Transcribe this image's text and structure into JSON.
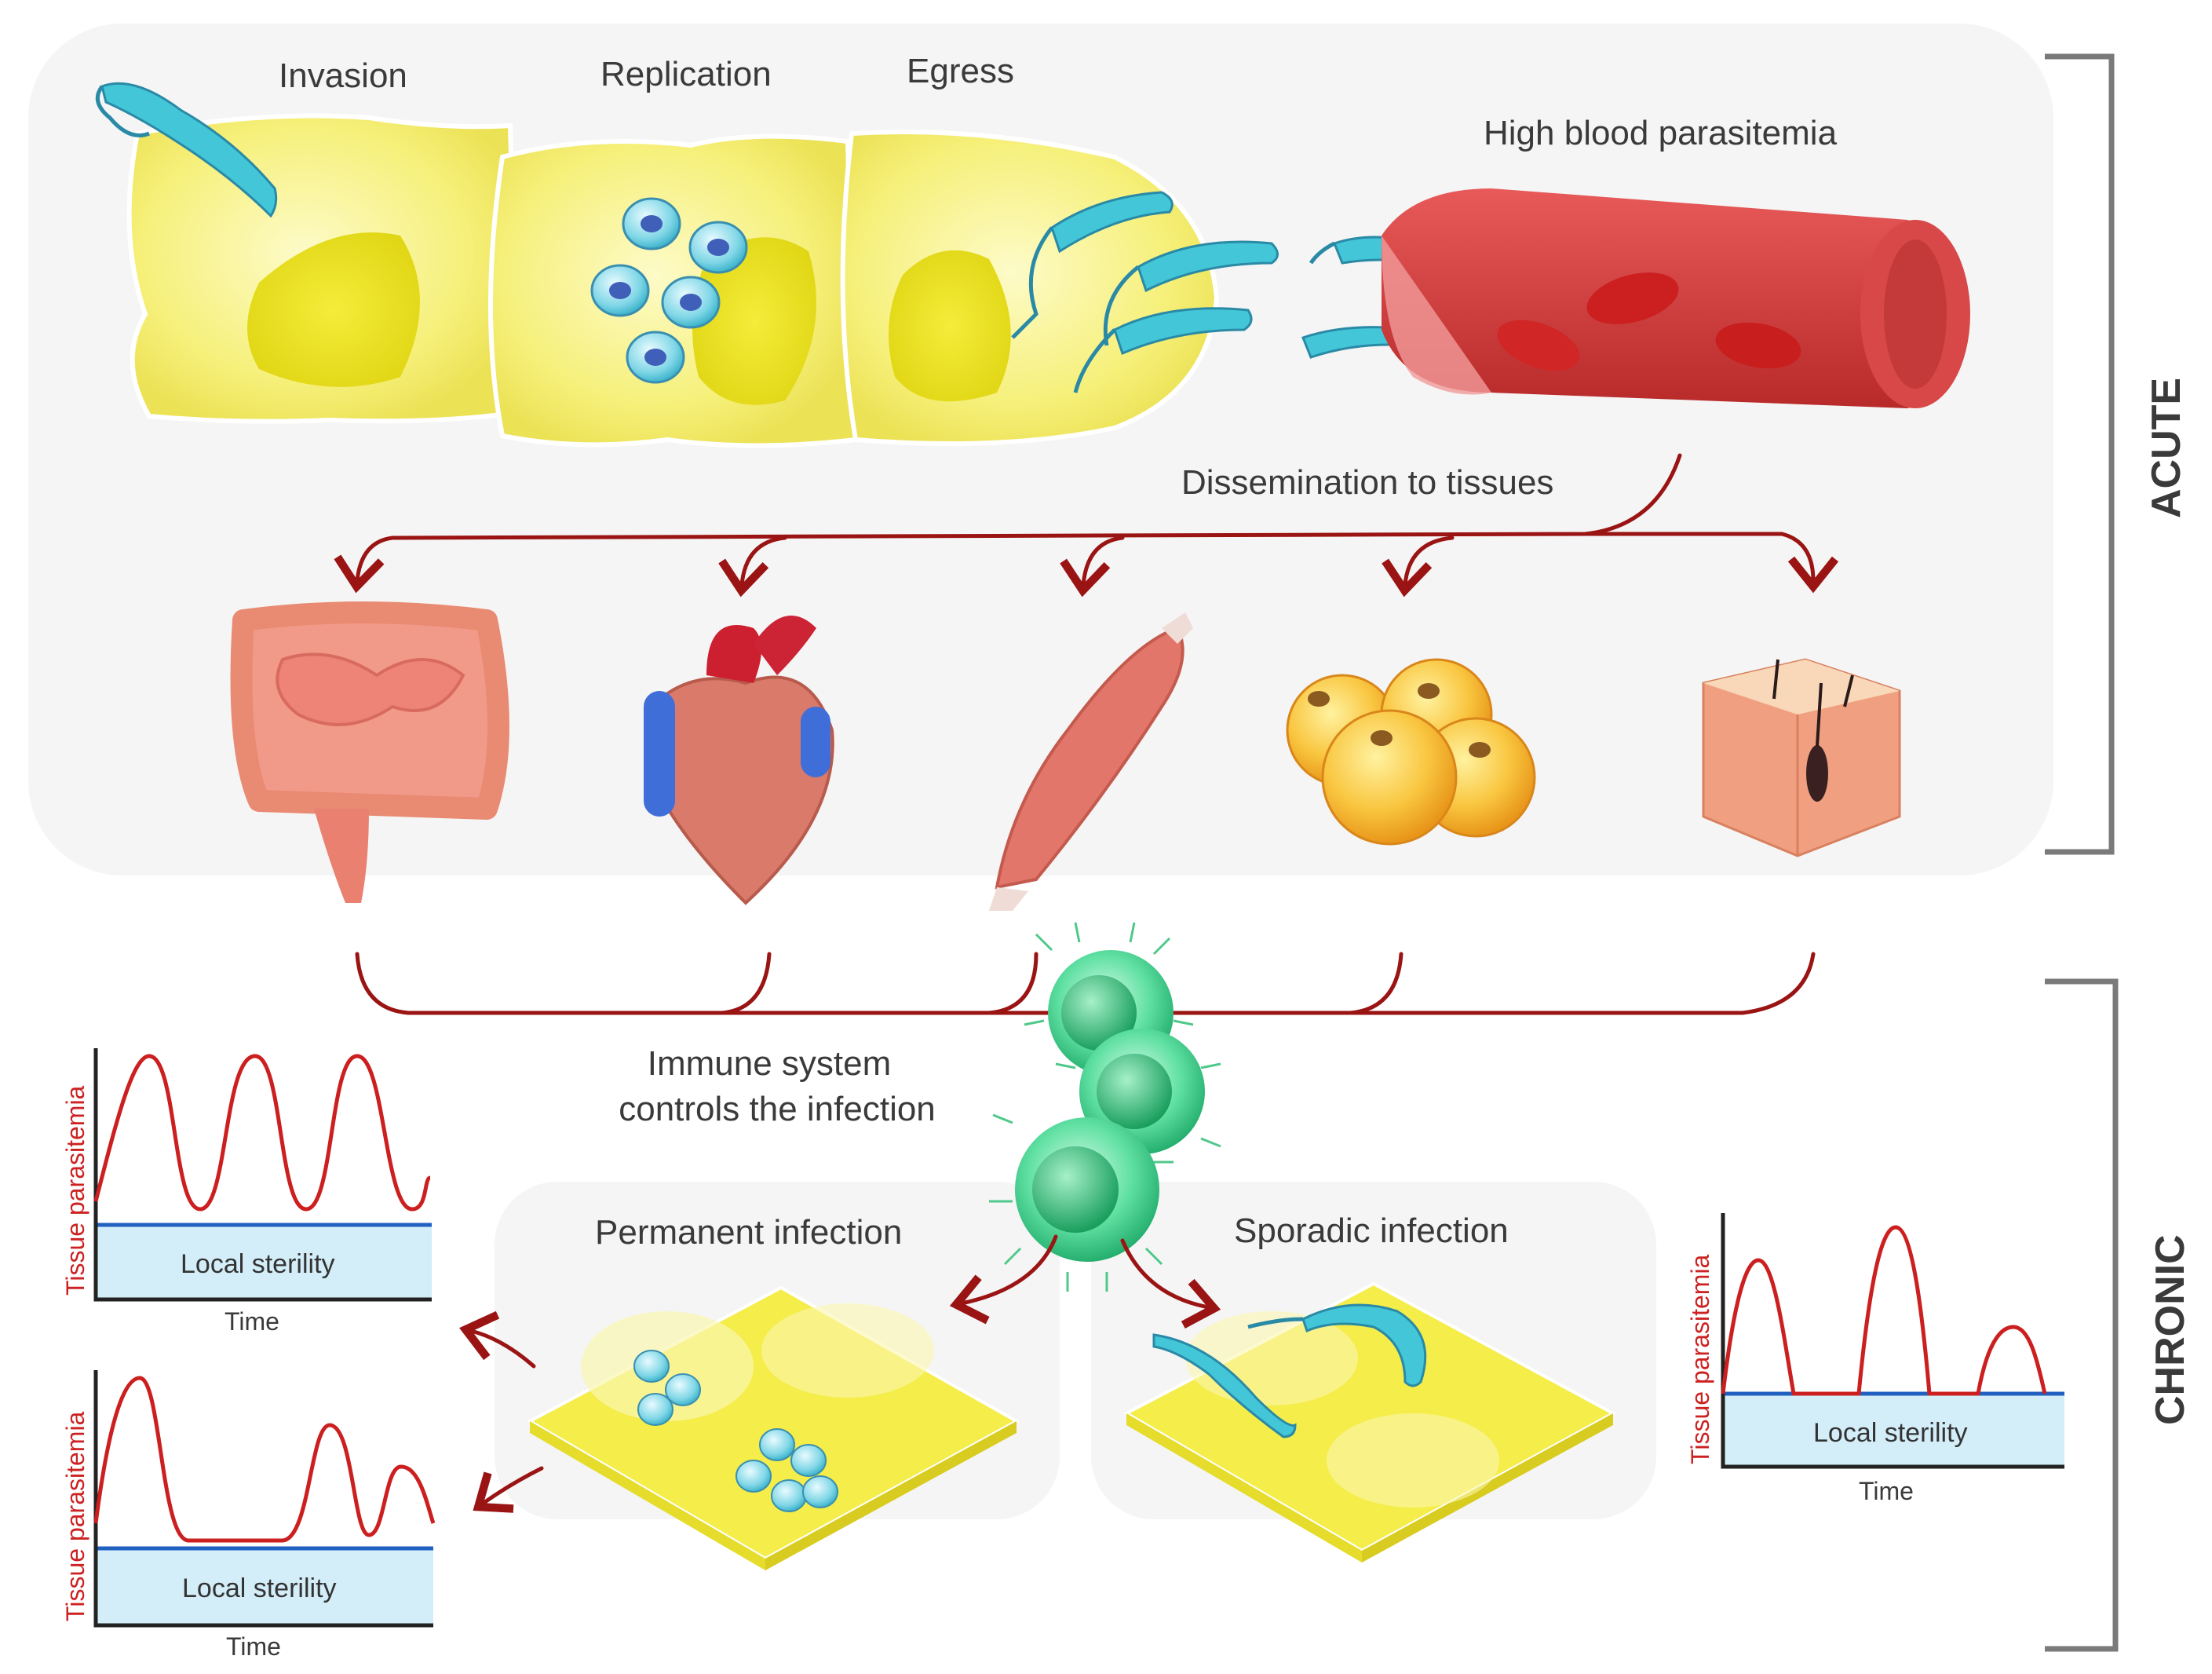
{
  "stages": {
    "invasion": "Invasion",
    "replication": "Replication",
    "egress": "Egress",
    "high_parasitemia": "High blood parasitemia",
    "dissemination": "Dissemination to tissues"
  },
  "immune": {
    "line1": "Immune system",
    "line2": "controls the infection"
  },
  "infections": {
    "permanent": "Permanent infection",
    "sporadic": "Sporadic infection"
  },
  "phases": {
    "acute": "ACUTE",
    "chronic": "CHRONIC"
  },
  "graphs": {
    "ylabel": "Tissue parasitemia",
    "xlabel": "Time",
    "band_label": "Local sterility"
  },
  "colors": {
    "curve": "#cc1f1f",
    "sterility_band": "#d3eef8",
    "sterility_line": "#2060c0",
    "arrow": "#9b1414",
    "cell_yellow": "#f6f07a",
    "parasite": "#43c6d8",
    "immune_cell": "#3fcf8e"
  }
}
